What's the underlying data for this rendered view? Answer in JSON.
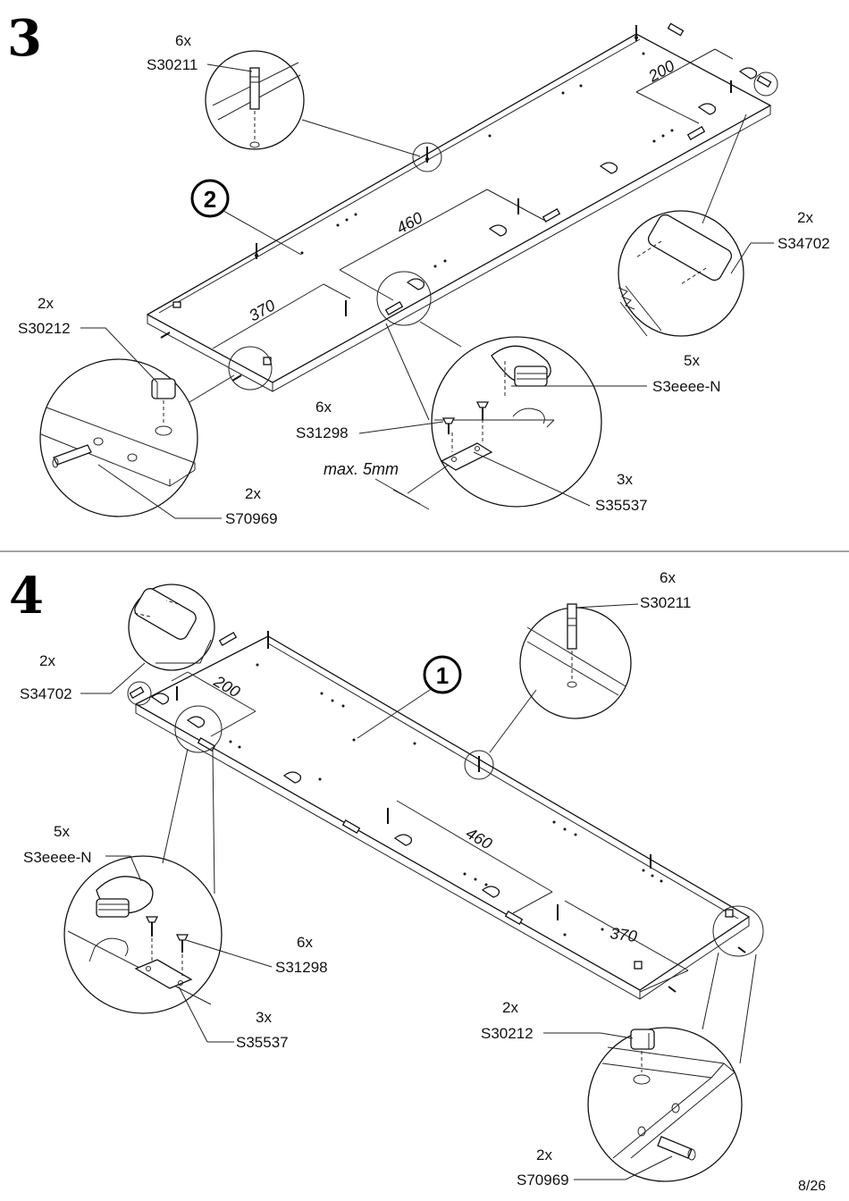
{
  "page": {
    "number": "8/26"
  },
  "step3": {
    "number": "3",
    "part_number": "2",
    "dims": {
      "a": "200",
      "b": "460",
      "c": "370",
      "gap": "max. 5mm"
    },
    "callouts": {
      "s30211": {
        "qty": "6x",
        "code": "S30211"
      },
      "s34702": {
        "qty": "2x",
        "code": "S34702"
      },
      "s30212": {
        "qty": "2x",
        "code": "S30212"
      },
      "s3eeee": {
        "qty": "5x",
        "code": "S3eeee-N"
      },
      "s31298": {
        "qty": "6x",
        "code": "S31298"
      },
      "s35537": {
        "qty": "3x",
        "code": "S35537"
      },
      "s70969": {
        "qty": "2x",
        "code": "S70969"
      }
    }
  },
  "step4": {
    "number": "4",
    "part_number": "1",
    "dims": {
      "a": "200",
      "b": "460",
      "c": "370"
    },
    "callouts": {
      "s34702": {
        "qty": "2x",
        "code": "S34702"
      },
      "s30211": {
        "qty": "6x",
        "code": "S30211"
      },
      "s3eeee": {
        "qty": "5x",
        "code": "S3eeee-N"
      },
      "s31298": {
        "qty": "6x",
        "code": "S31298"
      },
      "s35537": {
        "qty": "3x",
        "code": "S35537"
      },
      "s30212": {
        "qty": "2x",
        "code": "S30212"
      },
      "s70969": {
        "qty": "2x",
        "code": "S70969"
      }
    }
  }
}
